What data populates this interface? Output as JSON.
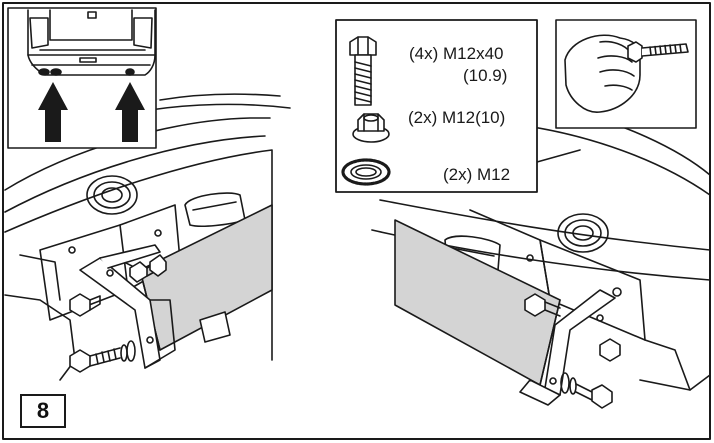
{
  "step_number": "8",
  "parts": [
    {
      "qty_spec": "(4x) M12x40",
      "grade": "(10.9)"
    },
    {
      "qty_spec": "(2x) M12(10)"
    },
    {
      "qty_spec": "(2x) M12"
    }
  ],
  "icons": [
    "bolt-icon",
    "flange-nut-icon",
    "lock-washer-icon",
    "hand-tighten-icon",
    "up-arrow-icon"
  ],
  "colors": {
    "line": "#1a1a1a",
    "tube_fill": "#d4d4d4",
    "arrow_fill": "#1a1a1a"
  }
}
